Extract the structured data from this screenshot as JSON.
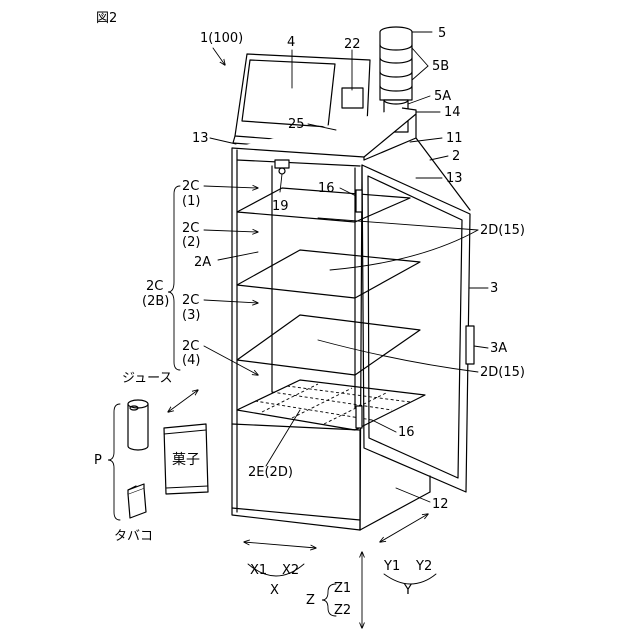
{
  "figure_label": "図2",
  "labels": {
    "device": "1(100)",
    "display": "4",
    "light": "5",
    "light_units": "5B",
    "light_base": "5A",
    "light_support": "14",
    "camera_unit": "22",
    "reader": "25",
    "top_left": "13",
    "top_right": "13",
    "top_panel": "11",
    "cabinet": "2",
    "door": "3",
    "handle": "3A",
    "camera": "19",
    "sensor_upper": "16",
    "sensor_lower": "16",
    "shelf_space": "2C",
    "space_1": "(1)",
    "space_2": "(2)",
    "space_3": "(3)",
    "space_4": "(4)",
    "spaces_group": "2C",
    "spaces_group_sub": "(2B)",
    "interior": "2A",
    "shelf_upper": "2D(15)",
    "shelf_lower": "2D(15)",
    "bottom_shelf": "2E(2D)",
    "base": "12",
    "products": "P",
    "juice": "ジュース",
    "snack_text": "菓子",
    "tobacco": "タバコ",
    "x_axis": "X",
    "x1": "X1",
    "x2": "X2",
    "y_axis": "Y",
    "y1": "Y1",
    "y2": "Y2",
    "z_axis": "Z",
    "z1": "Z1",
    "z2": "Z2"
  }
}
